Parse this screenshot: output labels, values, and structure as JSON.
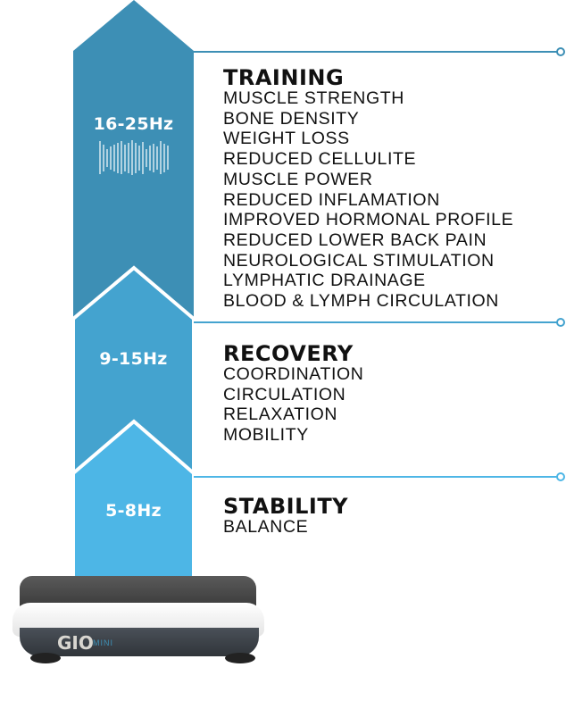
{
  "colors": {
    "training": "#3D8FB5",
    "recovery": "#44A3CF",
    "stability": "#4DB6E6"
  },
  "sections": [
    {
      "frequency": "16-25Hz",
      "title": "TRAINING",
      "items": [
        "MUSCLE STRENGTH",
        "BONE DENSITY",
        "WEIGHT LOSS",
        "REDUCED CELLULITE",
        "MUSCLE POWER",
        "REDUCED INFLAMATION",
        "IMPROVED HORMONAL PROFILE",
        "REDUCED LOWER BACK PAIN",
        "NEUROLOGICAL STIMULATION",
        "LYMPHATIC DRAINAGE",
        "BLOOD & LYMPH CIRCULATION"
      ]
    },
    {
      "frequency": "9-15Hz",
      "title": "RECOVERY",
      "items": [
        "COORDINATION",
        "CIRCULATION",
        "RELAXATION",
        "MOBILITY"
      ]
    },
    {
      "frequency": "5-8Hz",
      "title": "STABILITY",
      "items": [
        "BALANCE"
      ]
    }
  ],
  "device": {
    "brand": "GIO",
    "model": "MINI"
  }
}
